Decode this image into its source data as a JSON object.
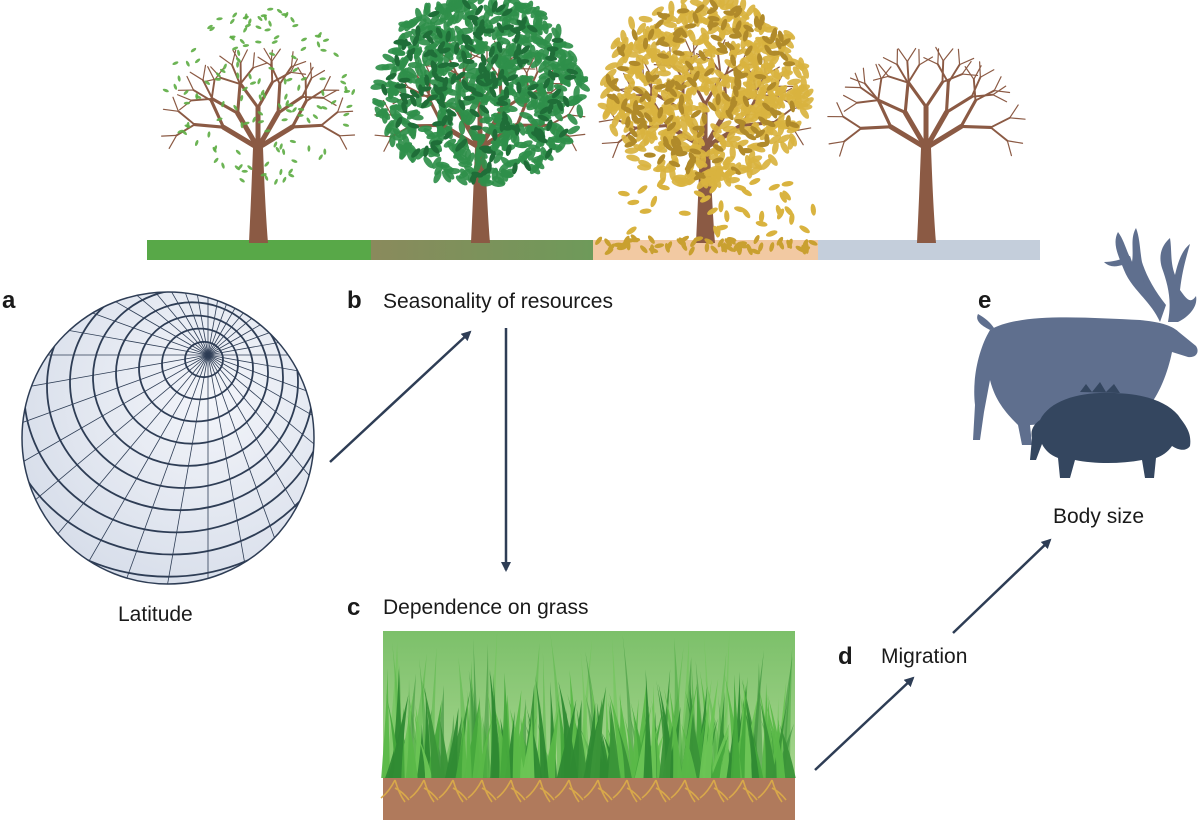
{
  "panels": {
    "a": {
      "letter": "a",
      "caption": "Latitude"
    },
    "b": {
      "letter": "b",
      "caption": "Seasonality of resources"
    },
    "c": {
      "letter": "c",
      "caption": "Dependence on grass"
    },
    "d": {
      "letter": "d",
      "caption": "Migration"
    },
    "e": {
      "letter": "e",
      "caption": "Body size"
    }
  },
  "colors": {
    "arrow": "#2e3d55",
    "trunk": "#8b5a44",
    "spring_leaf": "#5fae46",
    "summer_leaf": "#2f8f4a",
    "autumn_leaf": "#d9b33f",
    "spring_ground": "#58a848",
    "summer_ground": "#7a8f5a",
    "autumn_ground": "#f2c9a2",
    "winter_ground": "#c4cedb",
    "globe_fill": "#e6ebf3",
    "globe_line": "#2e3d55",
    "grass_sky": "#7cc06a",
    "grass_blade": "#3f9a3a",
    "soil": "#b07a5c",
    "root": "#d8a84a",
    "reindeer": "#5f6f8e",
    "boar": "#34465f"
  }
}
